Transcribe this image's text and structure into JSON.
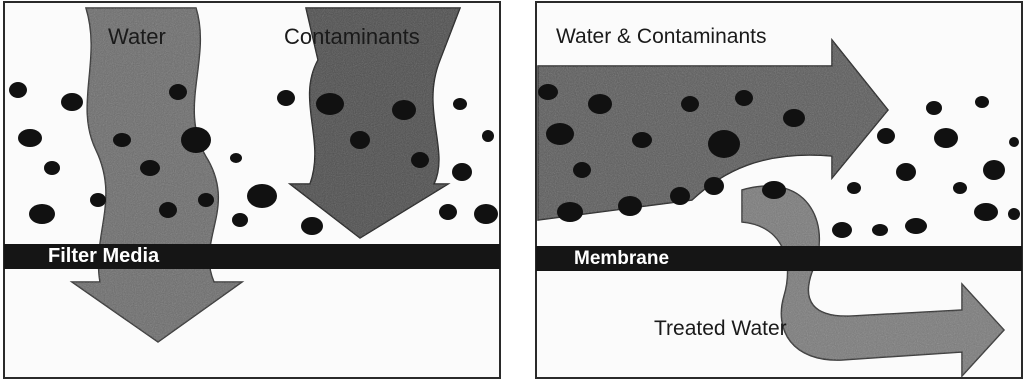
{
  "left_panel": {
    "water_label": "Water",
    "contaminants_label": "Contaminants",
    "band_label": "Filter Media"
  },
  "right_panel": {
    "inflow_label": "Water & Contaminants",
    "band_label": "Membrane",
    "outflow_label": "Treated Water"
  },
  "colors": {
    "band": "#151515",
    "arrow_dark": "#4a4a4a",
    "arrow_light": "#8a8a8a",
    "particle": "#111111"
  }
}
